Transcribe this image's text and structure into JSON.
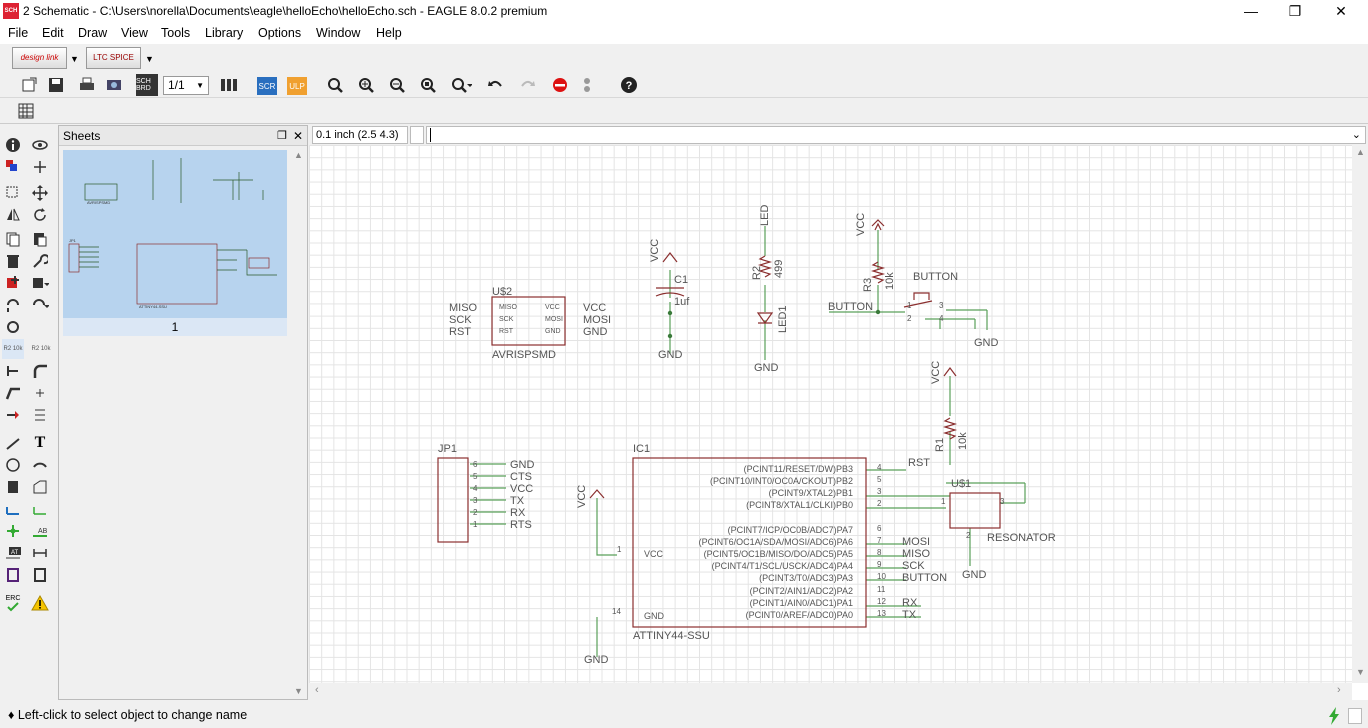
{
  "window": {
    "title": "2 Schematic - C:\\Users\\norella\\Documents\\eagle\\helloEcho\\helloEcho.sch - EAGLE 8.0.2 premium",
    "app_icon_text": "SCH"
  },
  "menu": [
    "File",
    "Edit",
    "Draw",
    "View",
    "Tools",
    "Library",
    "Options",
    "Window",
    "Help"
  ],
  "toolbar": {
    "designlink": "design link",
    "ltspice": "LTC SPICE",
    "sheet_select": "1/1",
    "scr": "SCR",
    "ulp": "ULP",
    "sch_brd": "SCH BRD"
  },
  "palette": {
    "value_tool": "R2 10k",
    "value_tool2": "R2 10k",
    "text_tool": "T",
    "erc": "ERC"
  },
  "sheets_panel": {
    "title": "Sheets",
    "sheet_label": "1"
  },
  "coord": "0.1 inch (2.5 4.3)",
  "status": "Left-click to select object to change name",
  "schematic": {
    "u2": {
      "name": "U$2",
      "value": "AVRISPSMD",
      "pins_left": [
        "MISO",
        "SCK",
        "RST"
      ],
      "pins_right": [
        "VCC",
        "MOSI",
        "GND"
      ],
      "inner_left": [
        "MISO",
        "SCK",
        "RST"
      ],
      "inner_right": [
        "VCC",
        "MOSI",
        "GND"
      ]
    },
    "c1": {
      "name": "C1",
      "value": "1uf",
      "top": "VCC",
      "bottom": "GND"
    },
    "r2": {
      "name": "R2",
      "value": "499",
      "top": "LED",
      "led": "LED1",
      "bottom": "GND"
    },
    "r3": {
      "name": "R3",
      "value": "10k",
      "top": "VCC",
      "label": "BUTTON",
      "btn_value": "BUTTON",
      "gnd": "GND",
      "pin1": "1",
      "pin2": "2",
      "pin3": "3",
      "pin4": "4"
    },
    "r1": {
      "name": "R1",
      "value": "10k",
      "top": "VCC",
      "net": "RST"
    },
    "u1": {
      "name": "U$1",
      "value": "RESONATOR",
      "gnd": "GND",
      "pin1": "1",
      "pin2": "2",
      "pin3": "3"
    },
    "jp1": {
      "name": "JP1",
      "pins": [
        "6",
        "5",
        "4",
        "3",
        "2",
        "1"
      ],
      "nets": [
        "GND",
        "CTS",
        "VCC",
        "TX",
        "RX",
        "RTS"
      ]
    },
    "ic1": {
      "name": "IC1",
      "value": "ATTINY44-SSU",
      "right_pins": [
        {
          "label": "(PCINT11/RESET/DW)PB3",
          "num": "4",
          "net": "RST"
        },
        {
          "label": "(PCINT10/INT0/OC0A/CKOUT)PB2",
          "num": "5",
          "net": ""
        },
        {
          "label": "(PCINT9/XTAL2)PB1",
          "num": "3",
          "net": ""
        },
        {
          "label": "(PCINT8/XTAL1/CLKI)PB0",
          "num": "2",
          "net": ""
        },
        {
          "label": "(PCINT7/ICP/OC0B/ADC7)PA7",
          "num": "6",
          "net": ""
        },
        {
          "label": "(PCINT6/OC1A/SDA/MOSI/ADC6)PA6",
          "num": "7",
          "net": "MOSI"
        },
        {
          "label": "(PCINT5/OC1B/MISO/DO/ADC5)PA5",
          "num": "8",
          "net": "MISO"
        },
        {
          "label": "(PCINT4/T1/SCL/USCK/ADC4)PA4",
          "num": "9",
          "net": "SCK"
        },
        {
          "label": "(PCINT3/T0/ADC3)PA3",
          "num": "10",
          "net": "BUTTON"
        },
        {
          "label": "(PCINT2/AIN1/ADC2)PA2",
          "num": "11",
          "net": ""
        },
        {
          "label": "(PCINT1/AIN0/ADC1)PA1",
          "num": "12",
          "net": "RX"
        },
        {
          "label": "(PCINT0/AREF/ADC0)PA0",
          "num": "13",
          "net": "TX"
        }
      ],
      "vcc_label": "VCC",
      "vcc_num": "1",
      "gnd_label": "GND",
      "gnd_num": "14",
      "vcc_net": "VCC",
      "gnd_net": "GND"
    }
  },
  "colors": {
    "wire": "#4a9a4a",
    "symbol": "#8b2f2f",
    "text": "#555555",
    "pin": "#2a6b2a"
  }
}
